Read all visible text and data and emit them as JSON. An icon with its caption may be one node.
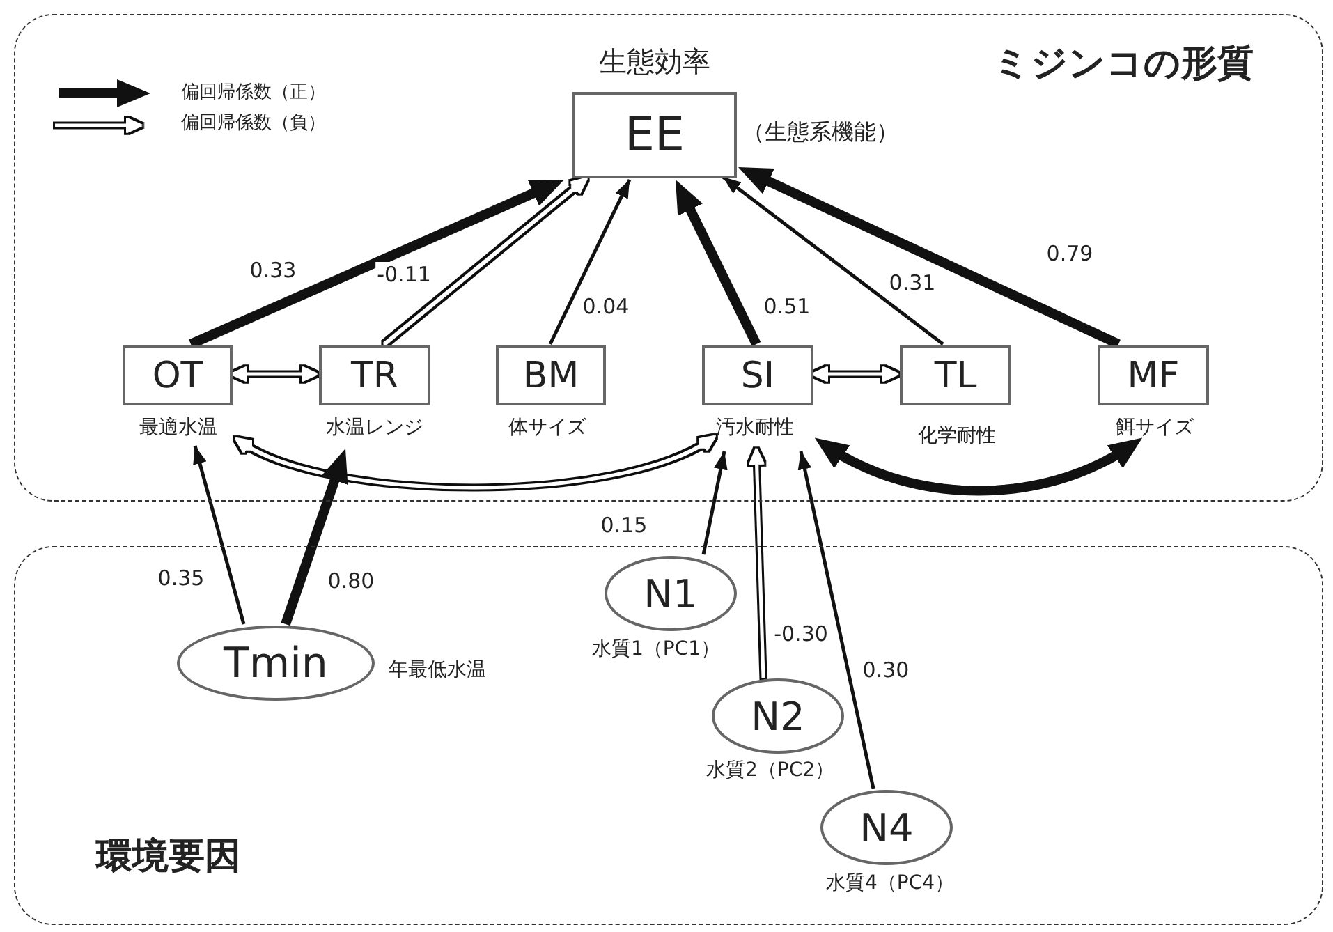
{
  "diagram": {
    "nodes": [
      {
        "text": [
          "ミジンコの形質"
        ]
      },
      {
        "text": [
          "生態効率",
          "EE"
        ],
        "beside": [
          "（生態系機能）"
        ],
        "in": 0
      },
      {
        "text": [
          "OT"
        ],
        "beside": [
          "最適水温"
        ],
        "in": 0
      },
      {
        "text": [
          "TR"
        ],
        "beside": [
          "水温レンジ"
        ],
        "in": 0
      },
      {
        "text": [
          "BM"
        ],
        "beside": [
          "体サイズ"
        ],
        "in": 0
      },
      {
        "text": [
          "SI"
        ],
        "beside": [
          "汚水耐性"
        ],
        "in": 0
      },
      {
        "text": [
          "TL"
        ],
        "beside": [
          "化学耐性"
        ],
        "in": 0
      },
      {
        "text": [
          "MF"
        ],
        "beside": [
          "餌サイズ"
        ],
        "in": 0
      },
      {
        "text": [
          "環境要因"
        ]
      },
      {
        "text": [
          "Tmin"
        ],
        "beside": [
          "年最低水温"
        ],
        "in": 8
      },
      {
        "text": [
          "N1"
        ],
        "beside": [
          "水質1（PC1）"
        ],
        "in": 8
      },
      {
        "text": [
          "N2"
        ],
        "beside": [
          "水質2（PC2）"
        ],
        "in": 8
      },
      {
        "text": [
          "N4"
        ],
        "beside": [
          "水質4（PC4）"
        ],
        "in": 8
      }
    ],
    "edges": [
      {
        "from": 2,
        "to": 1,
        "arrow": "to",
        "label": "0.33",
        "style": "thick"
      },
      {
        "from": 3,
        "to": 1,
        "arrow": "to",
        "label": "-0.11"
      },
      {
        "from": 4,
        "to": 1,
        "arrow": "to",
        "label": "0.04"
      },
      {
        "from": 5,
        "to": 1,
        "arrow": "to",
        "label": "0.51",
        "style": "thick"
      },
      {
        "from": 6,
        "to": 1,
        "arrow": "to",
        "label": "0.31"
      },
      {
        "from": 7,
        "to": 1,
        "arrow": "to",
        "label": "0.79",
        "style": "thick"
      },
      {
        "from": 2,
        "to": 3,
        "arrow": "both"
      },
      {
        "from": 5,
        "to": 6,
        "arrow": "both"
      },
      {
        "from": 2,
        "to": 5,
        "arrow": "both"
      },
      {
        "from": 5,
        "to": 7,
        "arrow": "both",
        "style": "thick"
      },
      {
        "from": 9,
        "to": 2,
        "arrow": "to",
        "label": "0.35"
      },
      {
        "from": 9,
        "to": 3,
        "arrow": "to",
        "label": "0.80",
        "style": "thick"
      },
      {
        "from": 10,
        "to": 5,
        "arrow": "to",
        "label": "0.15"
      },
      {
        "from": 11,
        "to": 5,
        "arrow": "to",
        "label": "-0.30"
      },
      {
        "from": 12,
        "to": 5,
        "arrow": "to",
        "label": "0.30"
      }
    ],
    "legend": [
      {
        "text": "偏回帰係数（正）"
      },
      {
        "text": "偏回帰係数（負）"
      }
    ]
  }
}
